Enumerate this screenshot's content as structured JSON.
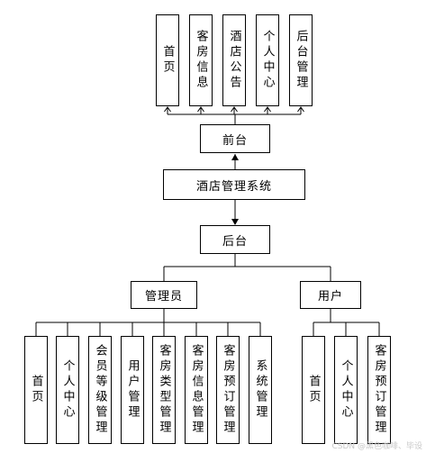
{
  "front": {
    "root": "前台",
    "pages": [
      "首页",
      "客房信息",
      "酒店公告",
      "个人中心",
      "后台管理"
    ]
  },
  "system": "酒店管理系统",
  "back": {
    "root": "后台",
    "admin": {
      "label": "管理员",
      "modules": [
        "首页",
        "个人中心",
        "会员等级管理",
        "用户管理",
        "客房类型管理",
        "客房信息管理",
        "客房预订管理",
        "系统管理"
      ]
    },
    "user": {
      "label": "用户",
      "modules": [
        "首页",
        "个人中心",
        "客房预订管理"
      ]
    }
  },
  "watermark": "CSDN @黑色咖啡、毕设"
}
